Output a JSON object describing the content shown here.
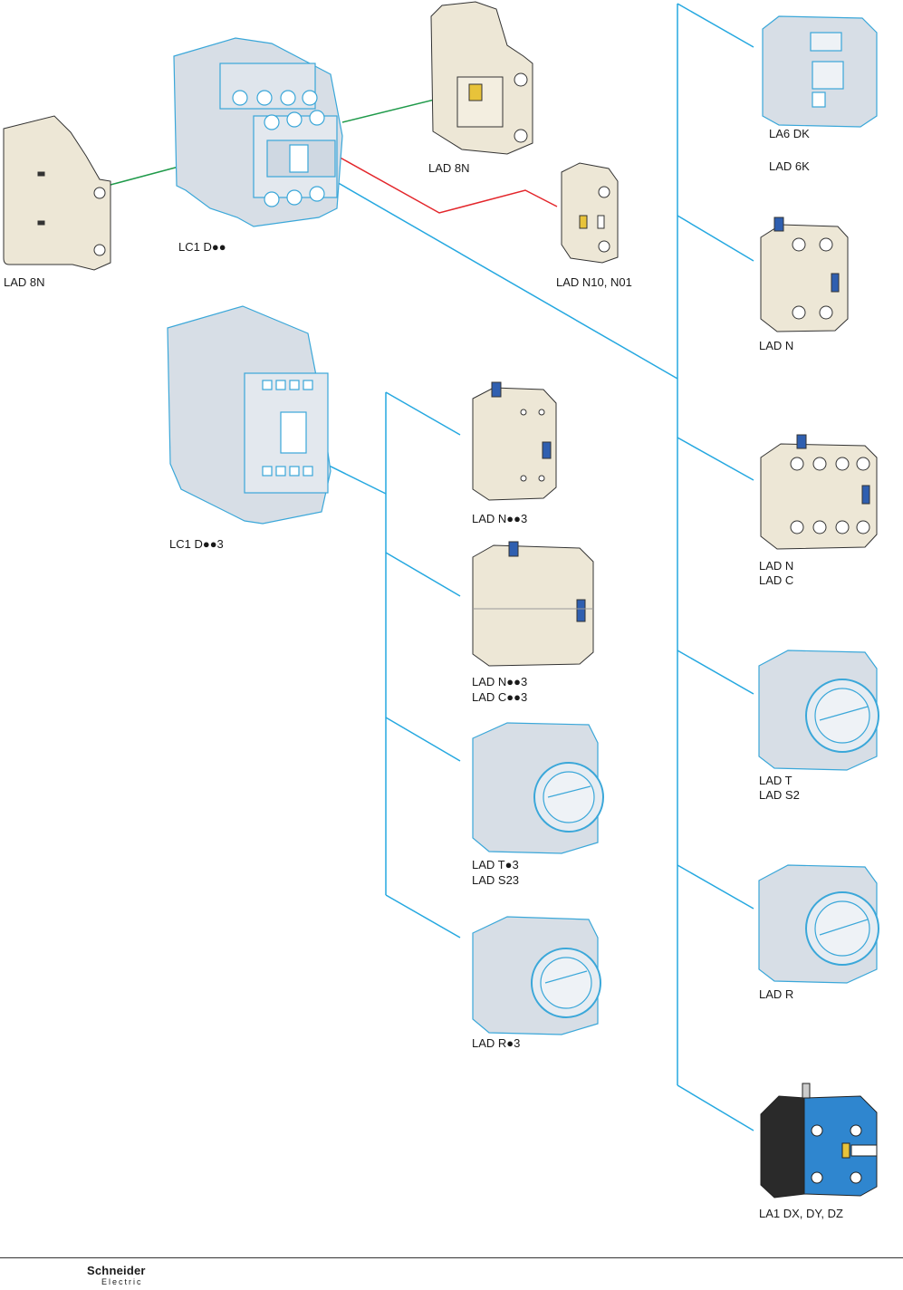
{
  "labels": {
    "lad8n_left": "LAD 8N",
    "lc1d": "LC1 D●●",
    "lad8n_top": "LAD 8N",
    "ladn10": "LAD N10, N01",
    "lc1d3": "LC1 D●●3",
    "ladn3": "LAD N●●3",
    "ladn3b_1": "LAD N●●3",
    "ladn3b_2": "LAD C●●3",
    "ladt3_1": "LAD T●3",
    "ladt3_2": "LAD S23",
    "ladr3": "LAD R●3",
    "la6dk": "LA6 DK",
    "lad6k": "LAD 6K",
    "ladn_r": "LAD N",
    "ladn_c_1": "LAD N",
    "ladn_c_2": "LAD C",
    "ladt_1": "LAD T",
    "ladt_2": "LAD S2",
    "ladr": "LAD R",
    "la1dx": "LA1 DX, DY, DZ"
  },
  "footer": {
    "brand": "Schneider",
    "sub": "Electric"
  },
  "colors": {
    "line_blue": "#25a8e0",
    "line_green": "#1f9a4a",
    "line_red": "#e3262b",
    "body_grey": "#d7dee6",
    "body_beige": "#ede7d6",
    "outline_blue": "#3aa7d9"
  }
}
